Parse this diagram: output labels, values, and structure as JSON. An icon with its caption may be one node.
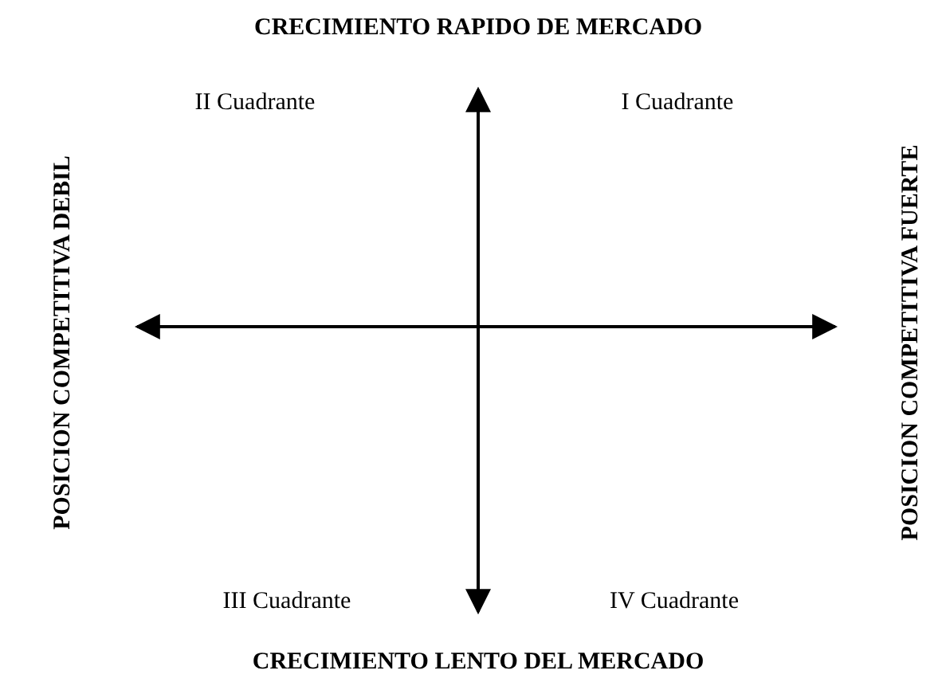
{
  "diagram": {
    "labels": [
      "CRECIMIENTO RAPIDO DE MERCADO",
      "POSICION COMPETITIVA DEBIL",
      "II Cuadrante",
      "I Cuadrante",
      "POSICION COMPETITIVA FUERTE",
      "III Cuadrante",
      "IV Cuadrante",
      "CRECIMIENTO LENTO DEL MERCADO"
    ]
  }
}
